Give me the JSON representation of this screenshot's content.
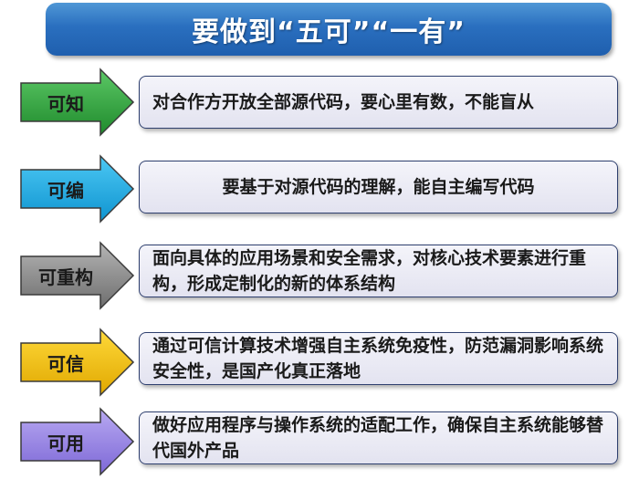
{
  "title": "要做到“五可”“一有”",
  "items": [
    {
      "label": "可知",
      "description": "对合作方开放全部源代码，要心里有数，不能盲从",
      "color": "#2ea03a"
    },
    {
      "label": "可编",
      "description": "要基于对源代码的理解，能自主编写代码",
      "color": "#1ab0e8"
    },
    {
      "label": "可重构",
      "description": "面向具体的应用场景和安全需求，对核心技术要素进行重构，形成定制化的新的体系结构",
      "color": "#8c8c8c"
    },
    {
      "label": "可信",
      "description": "通过可信计算技术增强自主系统免疫性，防范漏洞影响系统安全性，是国产化真正落地",
      "color": "#f5c400"
    },
    {
      "label": "可用",
      "description": "做好应用程序与操作系统的适配工作，确保自主系统能够替代国外产品",
      "color": "#9b87e6"
    }
  ]
}
